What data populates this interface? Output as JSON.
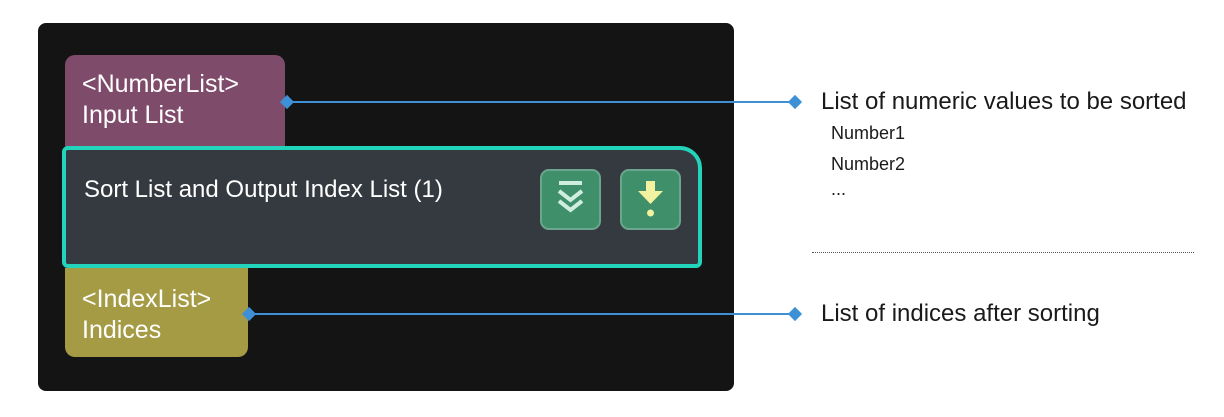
{
  "input_port": {
    "type_label": "<NumberList>",
    "name": "Input List",
    "color": "#7f4b6b"
  },
  "node": {
    "title": "Sort List and Output Index List (1)",
    "border_color": "#23d4bc",
    "buttons": [
      {
        "icon": "collapse-chevrons-icon"
      },
      {
        "icon": "download-arrow-icon"
      }
    ]
  },
  "output_port": {
    "type_label": "<IndexList>",
    "name": "Indices",
    "color": "#a49b44"
  },
  "descriptions": {
    "input": {
      "title": "List of numeric values to be sorted",
      "items": [
        "Number1",
        "Number2",
        "..."
      ]
    },
    "output": {
      "title": "List of indices after sorting"
    }
  },
  "colors": {
    "connector": "#3d8fd6",
    "canvas": "#141414"
  }
}
